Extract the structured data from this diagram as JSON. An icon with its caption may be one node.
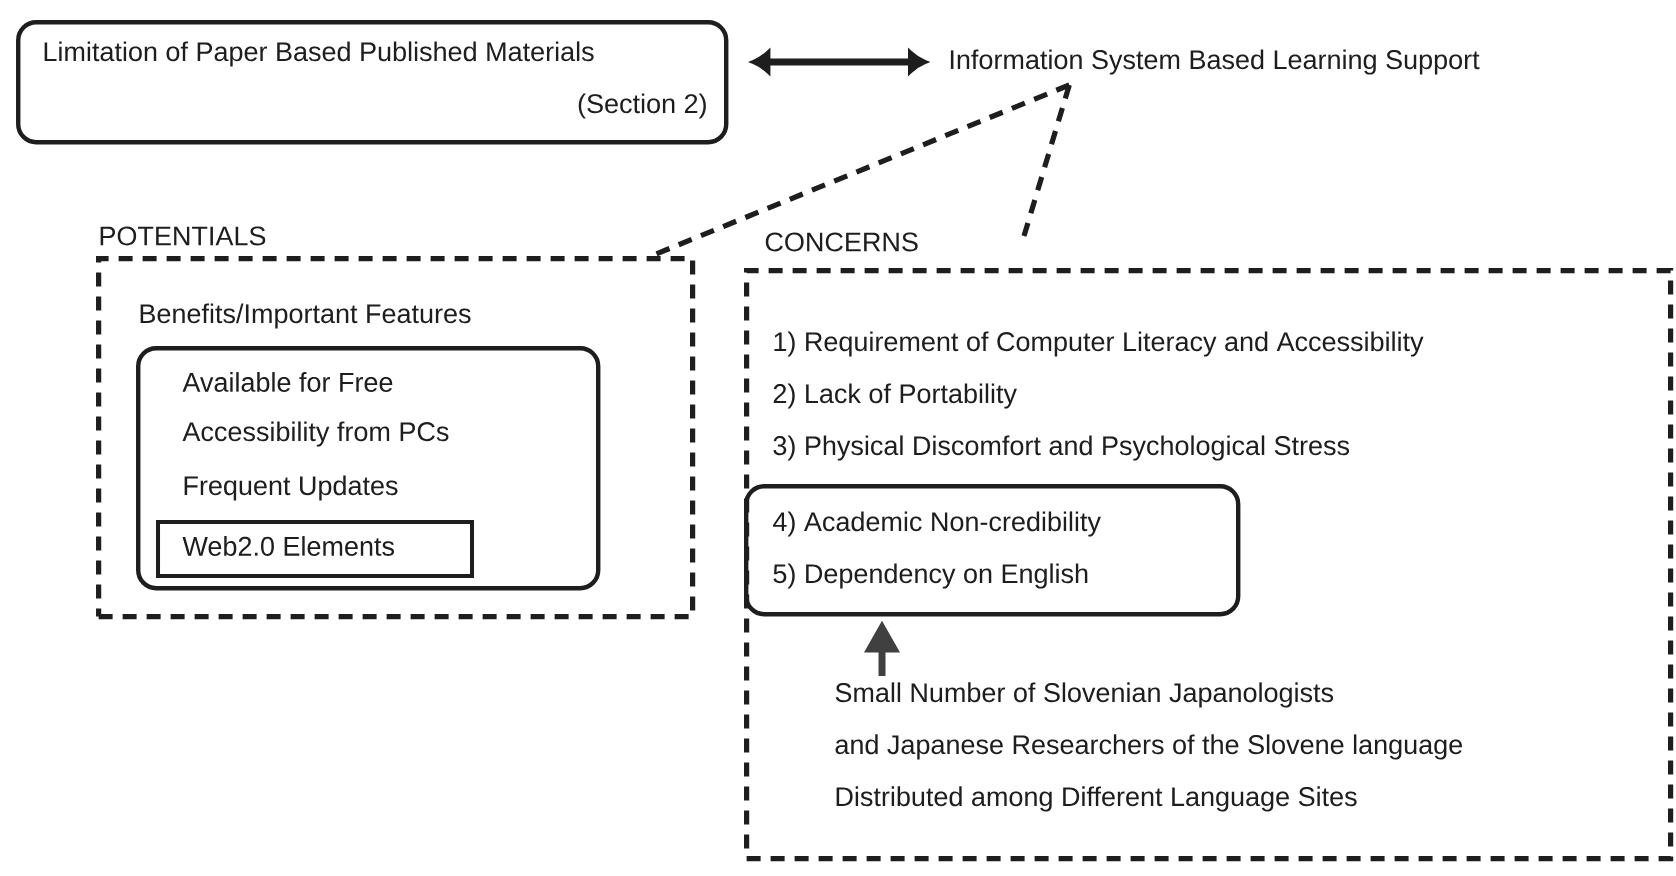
{
  "diagram": {
    "nodes": [
      {
        "text": [
          "Limitation of Paper Based Published Materials",
          "(Section 2)"
        ]
      },
      {
        "text": [
          "Information System Based Learning Support"
        ]
      },
      {
        "text": [
          "POTENTIALS",
          "Benefits/Important Features"
        ]
      },
      {
        "text": [
          "Available for Free",
          "Accessibility from PCs",
          "Frequent Updates"
        ],
        "in": 2
      },
      {
        "text": [
          "Web2.0 Elements"
        ],
        "in": 3
      },
      {
        "text": [
          "CONCERNS",
          "1) Requirement of Computer Literacy and Accessibility",
          "2) Lack of Portability",
          "3) Physical Discomfort and Psychological Stress"
        ]
      },
      {
        "text": [
          "4) Academic Non-credibility",
          "5) Dependency on English"
        ],
        "in": 5
      },
      {
        "text": [
          "Small Number of Slovenian Japanologists",
          "and Japanese Researchers of the Slovene language",
          "Distributed among Different Language Sites"
        ],
        "in": 5
      }
    ],
    "edges": [
      {
        "from": 0,
        "to": 1,
        "arrow": "both"
      },
      {
        "from": 1,
        "to": 2,
        "arrow": "none",
        "style": "dashed"
      },
      {
        "from": 1,
        "to": 5,
        "arrow": "none",
        "style": "dashed"
      },
      {
        "from": 7,
        "to": 6,
        "arrow": "to",
        "color": "#404040"
      }
    ]
  }
}
